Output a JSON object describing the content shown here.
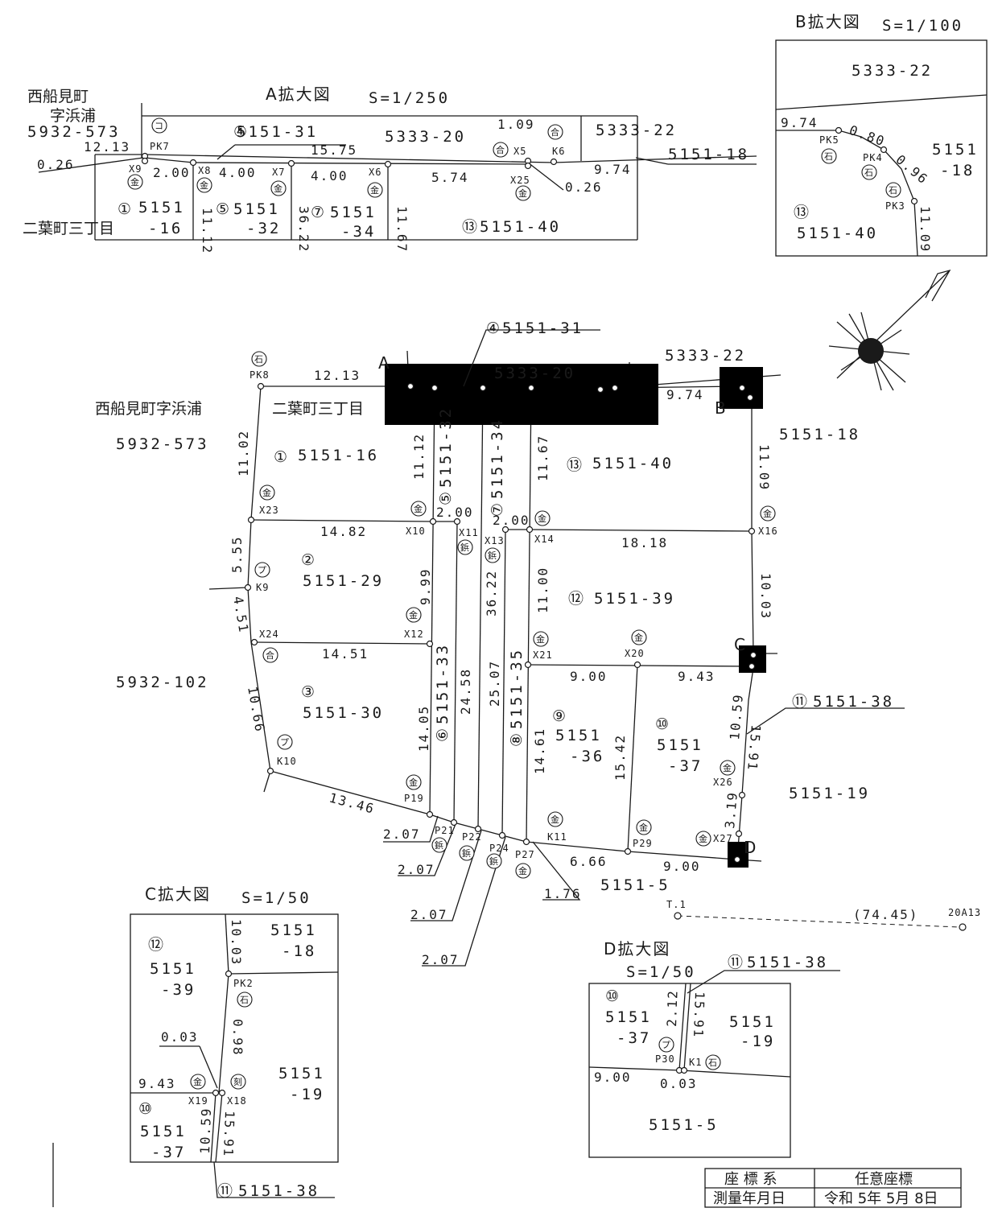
{
  "colors": {
    "ink": "#1a1a1a",
    "paper": "#ffffff"
  },
  "main": {
    "parcels": {
      "p5932_573": "5932-573",
      "p5151_16": "5151-16",
      "p5151_31": "5151-31",
      "p5333_20": "5333-20",
      "p5333_22": "5333-22",
      "p5151_18": "5151-18",
      "p5151_32": "5151-32",
      "p5151_34": "5151-34",
      "p5151_40": "5151-40",
      "p5151_29": "5151-29",
      "p5151_39": "5151-39",
      "p5151_30": "5151-30",
      "p5151_33": "5151-33",
      "p5151_35": "5151-35",
      "p5151_36a": "5151",
      "p5151_36b": "-36",
      "p5151_37a": "5151",
      "p5151_37b": "-37",
      "p5151_38": "5151-38",
      "p5151_19": "5151-19",
      "p5151_5": "5151-5",
      "p5932_102": "5932-102"
    },
    "nums": {
      "n1": "①",
      "n2": "②",
      "n3": "③",
      "n4": "④",
      "n5": "⑤",
      "n6": "⑥",
      "n7": "⑦",
      "n8": "⑧",
      "n9": "⑨",
      "n10": "⑩",
      "n11": "⑪",
      "n12": "⑫",
      "n13": "⑬"
    },
    "places": {
      "nishifunami": "西船見町字浜浦",
      "futaba": "二葉町三丁目"
    },
    "dims": {
      "d1213": "12.13",
      "d1102": "11.02",
      "d555": "5.55",
      "d451": "4.51",
      "d1066": "10.66",
      "d1482": "14.82",
      "d1451": "14.51",
      "d1346": "13.46",
      "d1112": "11.12",
      "d200a": "2.00",
      "d200b": "2.00",
      "d999": "9.99",
      "d1405": "14.05",
      "d2458": "24.58",
      "d3622": "36.22",
      "d2507": "25.07",
      "d1167": "11.67",
      "d1100": "11.00",
      "d1461": "14.61",
      "d1818": "18.18",
      "d900a": "9.00",
      "d943": "9.43",
      "d1542": "15.42",
      "d1109": "11.09",
      "d1003": "10.03",
      "d1059": "10.59",
      "d1591": "15.91",
      "d319": "3.19",
      "d666": "6.66",
      "d900b": "9.00",
      "d974": "9.74",
      "d207a": "2.07",
      "d207b": "2.07",
      "d207c": "2.07",
      "d207d": "2.07",
      "d176": "1.76",
      "d7445": "(74.45)"
    },
    "points": {
      "PK8": "PK8",
      "X23": "X23",
      "K9": "K9",
      "X24": "X24",
      "K10": "K10",
      "X10": "X10",
      "X11": "X11",
      "X12": "X12",
      "X13": "X13",
      "X14": "X14",
      "X16": "X16",
      "X21": "X21",
      "X20": "X20",
      "X26": "X26",
      "X27": "X27",
      "P19": "P19",
      "P21": "P21",
      "P22": "P22",
      "P24": "P24",
      "P27": "P27",
      "K11": "K11",
      "P29": "P29",
      "T1": "T.1",
      "A13": "20A13"
    },
    "markers": {
      "kin": "金",
      "byo": "鋲",
      "pu": "プ",
      "ishi": "石",
      "go": "合",
      "ko": "コ",
      "koku": "刻"
    },
    "letters": {
      "A": "A",
      "B": "B",
      "C": "C",
      "D": "D"
    }
  },
  "detail_a": {
    "title": "A拡大図",
    "scale": "S=1/250",
    "place1": "西船見町",
    "place2": "字浜浦",
    "place3": "二葉町三丁目",
    "p5932_573": "5932-573",
    "p5151_31": "5151-31",
    "p5333_20": "5333-20",
    "p5333_22": "5333-22",
    "p5151_18": "5151-18",
    "p5151_40": "5151-40",
    "p5151_a": "5151",
    "p5151_16": "-16",
    "p5151_b": "5151",
    "p5151_32": "-32",
    "p5151_c": "5151",
    "p5151_34": "-34",
    "d1213": "12.13",
    "d026a": "0.26",
    "d1575": "15.75",
    "d109": "1.09",
    "d974": "9.74",
    "d026b": "0.26",
    "d200": "2.00",
    "d400a": "4.00",
    "d400b": "4.00",
    "d574": "5.74",
    "d1112": "11.12",
    "d3622": "36.22",
    "d1167": "11.67",
    "PK7": "PK7",
    "X9": "X9",
    "X8": "X8",
    "X7": "X7",
    "X6": "X6",
    "X5": "X5",
    "K6": "K6",
    "X25": "X25"
  },
  "detail_b": {
    "title": "B拡大図",
    "scale": "S=1/100",
    "p5333_22": "5333-22",
    "p5151": "5151",
    "p5151_18": "-18",
    "p5151_40": "5151-40",
    "d974": "9.74",
    "d080": "0.80",
    "d096": "0.96",
    "d1109": "11.09",
    "PK5": "PK5",
    "PK4": "PK4",
    "PK3": "PK3"
  },
  "detail_c": {
    "title": "C拡大図",
    "scale": "S=1/50",
    "p5151a": "5151",
    "p18": "-18",
    "p5151b": "5151",
    "p39": "-39",
    "p5151c": "5151",
    "p19": "-19",
    "p5151d": "5151",
    "p37": "-37",
    "p5151_38": "5151-38",
    "d1003": "10.03",
    "d098": "0.98",
    "d003": "0.03",
    "d943": "9.43",
    "d1059": "10.59",
    "d1591": "15.91",
    "PK2": "PK2",
    "X19": "X19",
    "X18": "X18"
  },
  "detail_d": {
    "title": "D拡大図",
    "scale": "S=1/50",
    "p5151_38": "5151-38",
    "p5151a": "5151",
    "p37": "-37",
    "p5151b": "5151",
    "p19": "-19",
    "p5151_5": "5151-5",
    "d212": "2.12",
    "d1591": "15.91",
    "d900": "9.00",
    "d003": "0.03",
    "P30": "P30",
    "K1": "K1"
  },
  "info_table": {
    "row1_label": "座 標 系",
    "row1_value": "任意座標",
    "row2_label": "測量年月日",
    "row2_value": "令和 5年 5月 8日"
  }
}
